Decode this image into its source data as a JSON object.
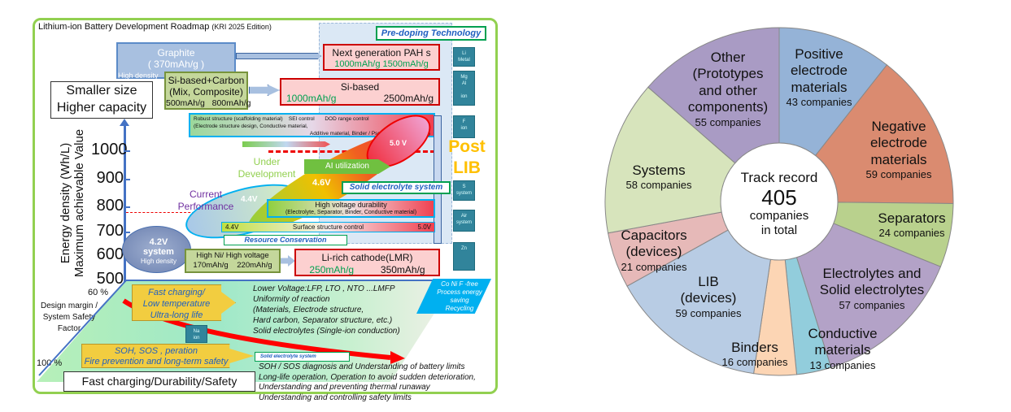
{
  "roadmap": {
    "title": "Lithium-ion Battery Development Roadmap",
    "edition": "(KRI 2025 Edition)",
    "predoping": "Pre-doping Technology",
    "graphite": {
      "name": "Graphite",
      "capacity": "( 370mAh/g )",
      "note": "High density"
    },
    "next_gen": {
      "name": "Next generation PAH s",
      "capacity": "1000mAh/g 1500mAh/g"
    },
    "si_carbon": {
      "name": "Si-based+Carbon",
      "sub": "(Mix, Composite)",
      "capacity": "500mAh/g   800mAh/g"
    },
    "si_based": {
      "name": "Si-based",
      "cap1": "1000mAh/g",
      "cap2": "2500mAh/g"
    },
    "smaller": [
      "Smaller size",
      "Higher capacity"
    ],
    "robust": [
      "Robust structure (scaffolding material)    SEI control       DOD range control",
      "(Electrode structure design, Conductive material,",
      "Additive material, Binder / Pseudo-SEI,    Pre-doping)"
    ],
    "axis_title": [
      "Energy density (Wh/L)",
      "Maximum achievable Value"
    ],
    "ticks": [
      "1000",
      "900",
      "800",
      "700",
      "600",
      "500"
    ],
    "under_dev": [
      "Under",
      "Development"
    ],
    "ai": "AI utilization",
    "v50": "5.0 V",
    "v46": "4.6V",
    "v44": "4.4V",
    "v42": [
      "4.2V",
      "system",
      "High density"
    ],
    "post_lib": [
      "Post",
      "LIB"
    ],
    "solid_sys": "Solid electrolyte system",
    "current": [
      "Current",
      "Performance"
    ],
    "hv": {
      "name": "High voltage durability",
      "sub": "(Electrolyte, Separator, Binder, Conductive material)"
    },
    "surface": {
      "left": "4.4V",
      "name": "Surface structure control",
      "right": "5.0V"
    },
    "resource": "Resource Conservation",
    "high_ni": {
      "name": "High Ni/ High voltage",
      "capacity": "170mAh/g    220mAh/g"
    },
    "li_rich": {
      "name": "Li-rich cathode(LMR)",
      "cap1": "250mAh/g",
      "cap2": "350mAh/g"
    },
    "post_items": [
      [
        "Li",
        "Metal"
      ],
      [
        "Mg",
        "Al",
        "ion"
      ],
      [
        "F",
        "ion"
      ],
      [
        "S",
        "system"
      ],
      [
        "Air",
        "system"
      ],
      [
        "Zn"
      ]
    ],
    "na_ion": [
      "Na",
      "ion"
    ],
    "pct60": "60 %",
    "pct100": "100 %",
    "design_margin": [
      "Design margin /",
      "System Safety",
      "Factor"
    ],
    "fast": [
      "Fast charging/",
      "Low temperature",
      "Ultra-long life"
    ],
    "lower": [
      "Lower Voltage:LFP, LTO , NTO ...LMFP",
      "Uniformity of reaction",
      "(Materials, Electrode structure,",
      "Hard carbon, Separator structure, etc.)",
      "Solid electrolytes (Single-ion conduction)"
    ],
    "free": [
      "Co Ni  F -free",
      "Process energy",
      "saving",
      "Recycling"
    ],
    "solid_small": "Solid electrolyte system",
    "soh": [
      "SOH, SOS , peration",
      "Fire prevention and long-term safety"
    ],
    "soh_text": [
      "SOH / SOS diagnosis and Understanding of battery limits",
      "Long-life operation, Operation to avoid sudden deterioration,",
      "Understanding and preventing thermal runaway",
      "Understanding and controlling safety limits"
    ],
    "bottom": "Fast charging/Durability/Safety"
  },
  "chart_data": {
    "type": "pie",
    "donut": true,
    "center": [
      "Track record",
      "405",
      "companies",
      "in total"
    ],
    "total": 405,
    "slices": [
      {
        "label": [
          "Positive",
          "electrode",
          "materials"
        ],
        "value": 43,
        "count": "43 companies",
        "color": "#95b3d7"
      },
      {
        "label": [
          "Negative",
          "electrode",
          "materials"
        ],
        "value": 59,
        "count": "59 companies",
        "color": "#da8b70"
      },
      {
        "label": [
          "Separators"
        ],
        "value": 24,
        "count": "24 companies",
        "color": "#b9d18d"
      },
      {
        "label": [
          "Electrolytes and",
          "Solid electrolytes"
        ],
        "value": 57,
        "count": "57 companies",
        "color": "#b3a2c7"
      },
      {
        "label": [
          "Conductive",
          "materials"
        ],
        "value": 13,
        "count": "13 companies",
        "color": "#92cddc"
      },
      {
        "label": [
          "Binders"
        ],
        "value": 16,
        "count": "16 companies",
        "color": "#fcd5b4"
      },
      {
        "label": [
          "LIB",
          "(devices)"
        ],
        "value": 59,
        "count": "59 companies",
        "color": "#b8cce4"
      },
      {
        "label": [
          "Capacitors",
          "(devices)"
        ],
        "value": 21,
        "count": "21 companies",
        "color": "#e6b9b8"
      },
      {
        "label": [
          "Systems"
        ],
        "value": 58,
        "count": "58 companies",
        "color": "#d7e4bc"
      },
      {
        "label": [
          "Other",
          "(Prototypes",
          "and other",
          "components)"
        ],
        "value": 55,
        "count": "55 companies",
        "color": "#a99bc4"
      }
    ]
  }
}
